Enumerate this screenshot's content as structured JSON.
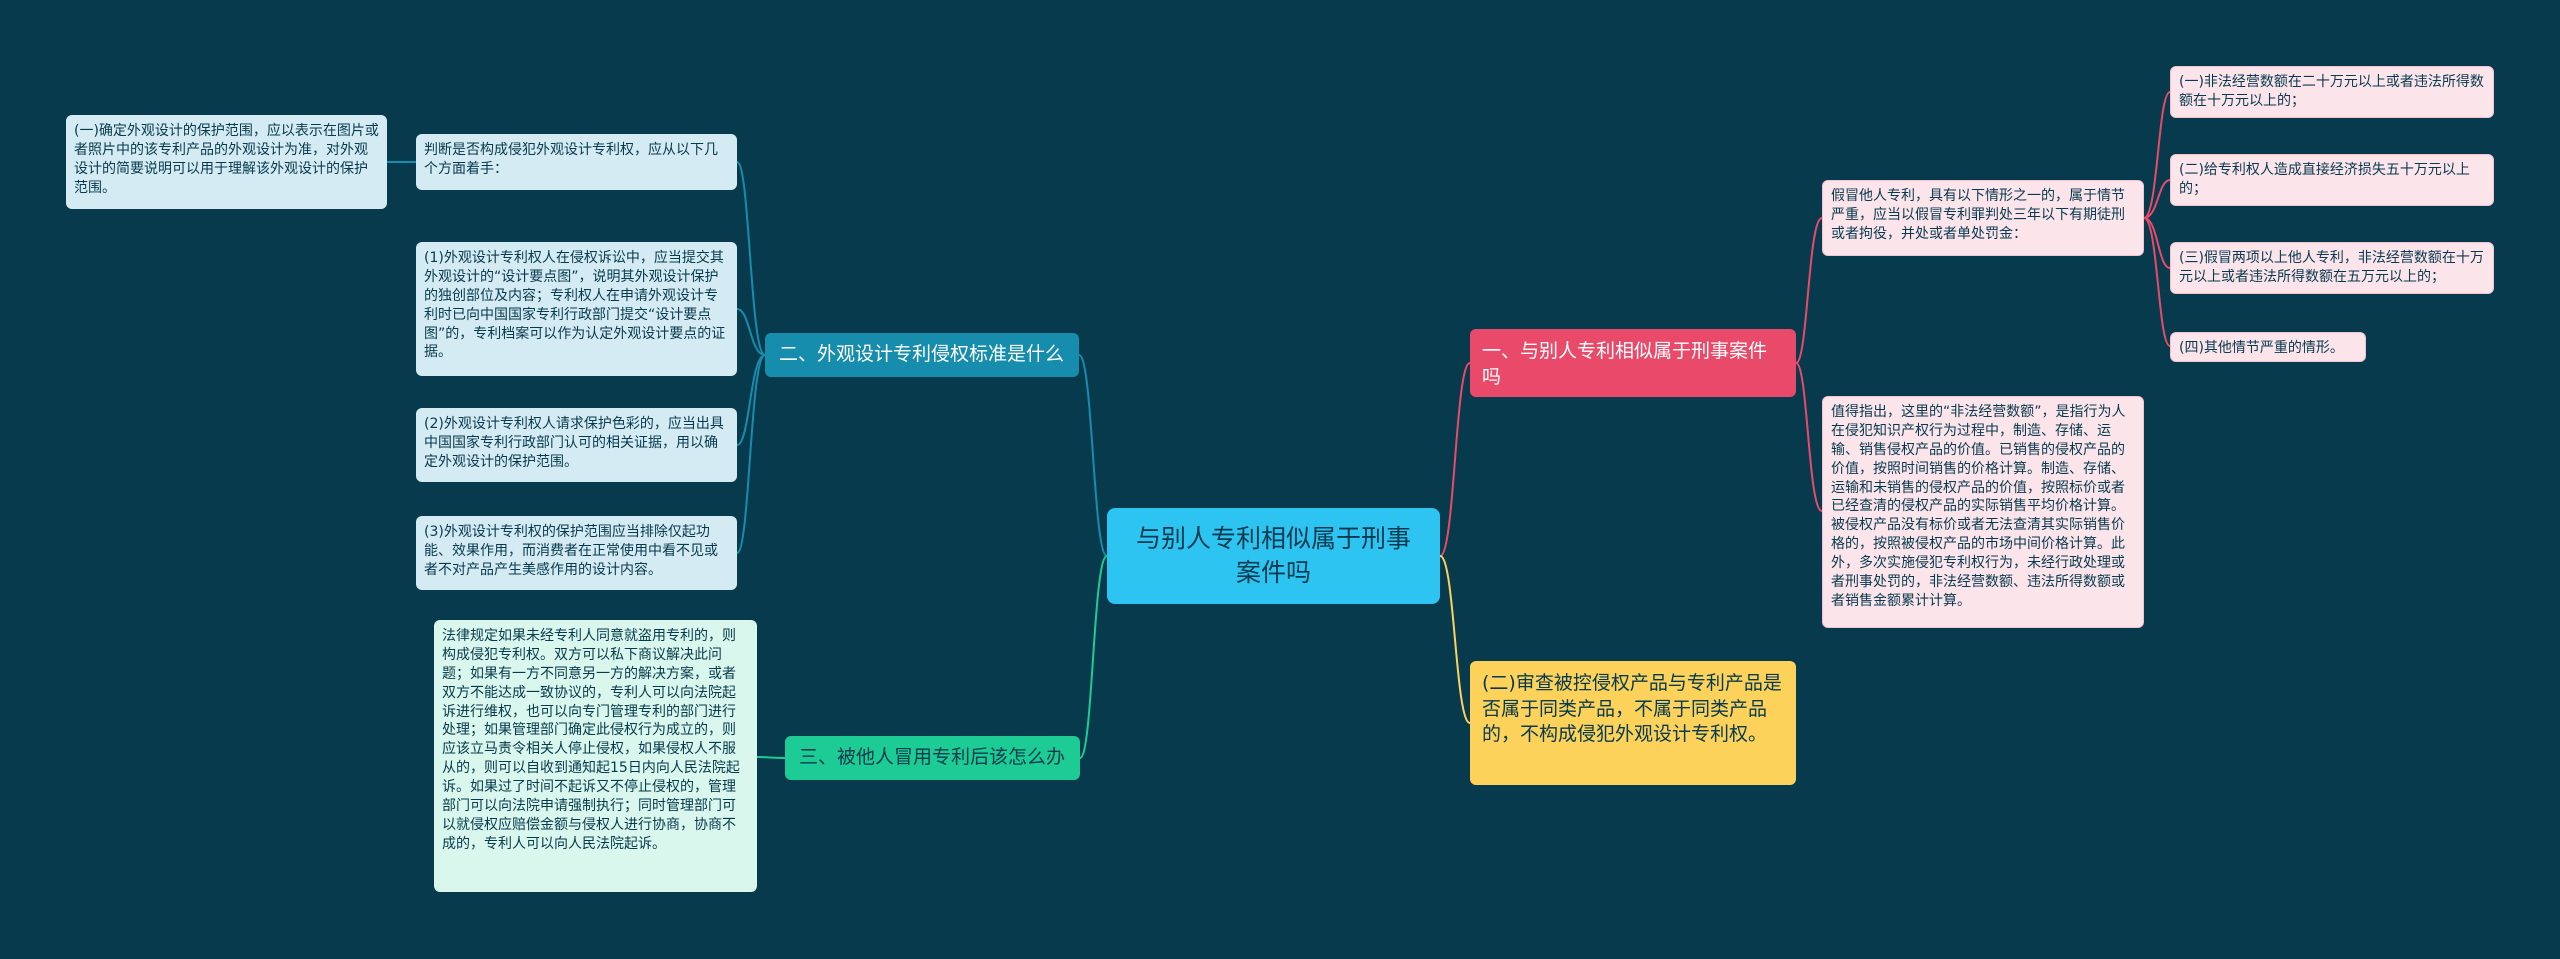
{
  "root": {
    "label": "与别人专利相似属于刑事案件吗"
  },
  "branches": {
    "criminal": {
      "label": "一、与别人专利相似属于刑事案件吗",
      "serious": {
        "text": "假冒他人专利，具有以下情形之一的，属于情节严重，应当以假冒专利罪判处三年以下有期徒刑或者拘役，并处或者单处罚金：",
        "items": [
          "(一)非法经营数额在二十万元以上或者违法所得数额在十万元以上的；",
          "(二)给专利权人造成直接经济损失五十万元以上的；",
          "(三)假冒两项以上他人专利，非法经营数额在十万元以上或者违法所得数额在五万元以上的；",
          "(四)其他情节严重的情形。"
        ]
      },
      "note": "值得指出，这里的“非法经营数额”，是指行为人在侵犯知识产权行为过程中，制造、存储、运输、销售侵权产品的价值。已销售的侵权产品的价值，按照时间销售的价格计算。制造、存储、运输和未销售的侵权产品的价值，按照标价或者已经查清的侵权产品的实际销售平均价格计算。被侵权产品没有标价或者无法查清其实际销售价格的，按照被侵权产品的市场中间价格计算。此外，多次实施侵犯专利权行为，未经行政处理或者刑事处罚的，非法经营数额、违法所得数额或者销售金额累计计算。"
    },
    "standard": {
      "label": "二、外观设计专利侵权标准是什么",
      "intro": "判断是否构成侵犯外观设计专利权，应从以下几个方面着手：",
      "intro_child": "(一)确定外观设计的保护范围，应以表示在图片或者照片中的该专利产品的外观设计为准，对外观设计的简要说明可以用于理解该外观设计的保护范围。",
      "points": [
        "(1)外观设计专利权人在侵权诉讼中，应当提交其外观设计的“设计要点图”，说明其外观设计保护的独创部位及内容；专利权人在申请外观设计专利时已向中国国家专利行政部门提交“设计要点图”的，专利档案可以作为认定外观设计要点的证据。",
        "(2)外观设计专利权人请求保护色彩的，应当出具中国国家专利行政部门认可的相关证据，用以确定外观设计的保护范围。",
        "(3)外观设计专利权的保护范围应当排除仅起功能、效果作用，而消费者在正常使用中看不见或者不对产品产生美感作用的设计内容。"
      ]
    },
    "remedy": {
      "label": "三、被他人冒用专利后该怎么办",
      "text": "法律规定如果未经专利人同意就盗用专利的，则构成侵犯专利权。双方可以私下商议解决此问题；如果有一方不同意另一方的解决方案，或者双方不能达成一致协议的，专利人可以向法院起诉进行维权，也可以向专门管理专利的部门进行处理；如果管理部门确定此侵权行为成立的，则应该立马责令相关人停止侵权，如果侵权人不服从的，则可以自收到通知起15日内向人民法院起诉。如果过了时间不起诉又不停止侵权的，管理部门可以向法院申请强制执行；同时管理部门可以就侵权应赔偿金额与侵权人进行协商，协商不成的，专利人可以向人民法院起诉。"
    },
    "review": {
      "label": "(二)审查被控侵权产品与专利产品是否属于同类产品，不属于同类产品的，不构成侵犯外观设计专利权。"
    }
  },
  "colors": {
    "background": "#073a4d",
    "root": "#2ec4f2",
    "criminal": "#ea4a6a",
    "standard": "#168dad",
    "remedy": "#1dcc95",
    "review": "#fcd25b"
  }
}
